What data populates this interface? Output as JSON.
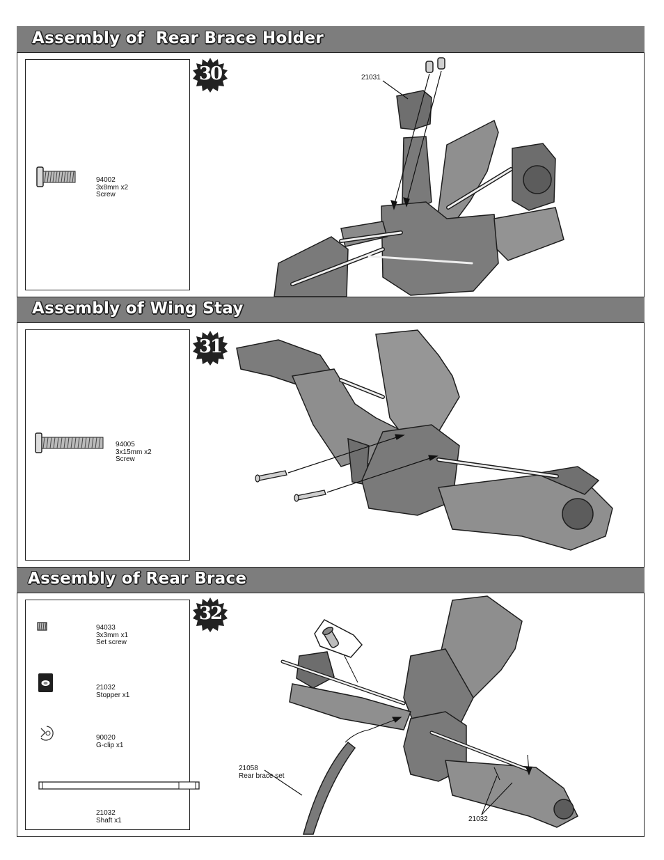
{
  "sections": [
    {
      "title": "Assembly of  Rear Brace Holder",
      "step": "30",
      "parts": [
        {
          "code": "94002",
          "qty": "3x8mm x2",
          "name": "Screw"
        }
      ],
      "callouts": [
        "21031"
      ]
    },
    {
      "title": "Assembly of Wing Stay",
      "step": "31",
      "parts": [
        {
          "code": "94005",
          "qty": "3x15mm x2",
          "name": "Screw"
        }
      ],
      "callouts": []
    },
    {
      "title": "Assembly of Rear Brace",
      "step": "32",
      "parts": [
        {
          "code": "94033",
          "qty": "3x3mm x1",
          "name": "Set screw"
        },
        {
          "code": "21032",
          "name": "Stopper x1"
        },
        {
          "code": "90020",
          "name": "G-clip x1"
        },
        {
          "code": "21032",
          "name": "Shaft x1"
        }
      ],
      "callouts": [
        {
          "code": "21058",
          "name": "Rear brace set"
        },
        {
          "code": "21032"
        }
      ]
    }
  ],
  "icons": [
    "screw-icon",
    "set-screw-icon",
    "stopper-icon",
    "g-clip-icon",
    "shaft-icon",
    "step-badge-icon"
  ]
}
